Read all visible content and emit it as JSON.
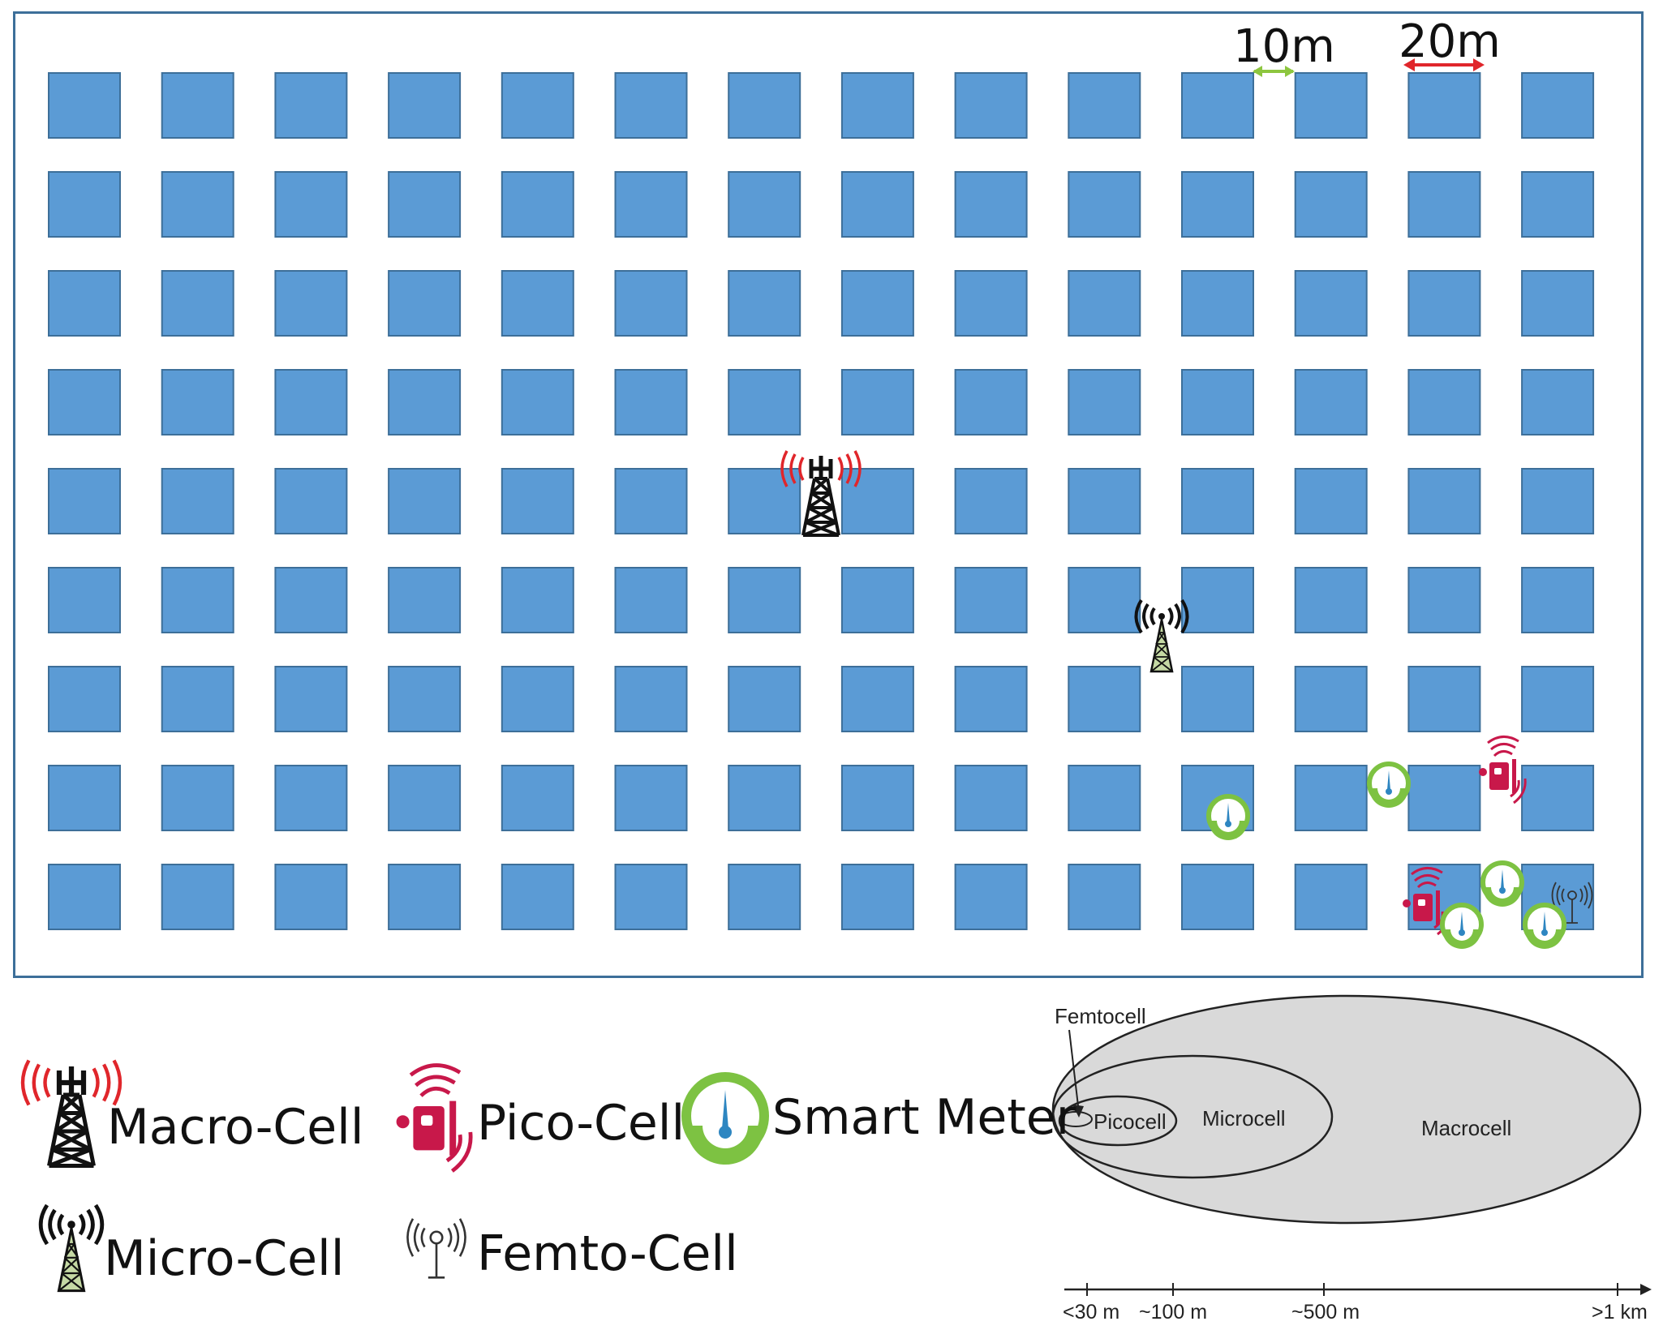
{
  "map": {
    "grid": {
      "rows": 9,
      "cols": 14,
      "block_color": "#5b9bd5",
      "block_border": "#3d6f99"
    },
    "dimensions": {
      "gap_label": "10m",
      "block_label": "20m",
      "gap_arrow_color": "#8dc63f",
      "block_arrow_color": "#e0262b"
    }
  },
  "legend": {
    "macro_cell": {
      "label": "Macro-Cell",
      "icon": "macro-cell-tower-icon"
    },
    "pico_cell": {
      "label": "Pico-Cell",
      "icon": "pico-cell-icon"
    },
    "smart_meter": {
      "label": "Smart Meter",
      "icon": "smart-meter-icon"
    },
    "micro_cell": {
      "label": "Micro-Cell",
      "icon": "micro-cell-tower-icon"
    },
    "femto_cell": {
      "label": "Femto-Cell",
      "icon": "femto-cell-icon"
    }
  },
  "coverage_diagram": {
    "labels": {
      "femtocell": "Femtocell",
      "picocell": "Picocell",
      "microcell": "Microcell",
      "macrocell": "Macrocell"
    },
    "axis_ticks": [
      "<30 m",
      "~100 m",
      "~500 m",
      ">1 km"
    ],
    "fill_color": "#d9d9d9"
  },
  "colors": {
    "macro_waves": "#e0262b",
    "pico": "#c8184a",
    "meter_ring": "#7dc242",
    "meter_needle": "#2e86c1"
  }
}
